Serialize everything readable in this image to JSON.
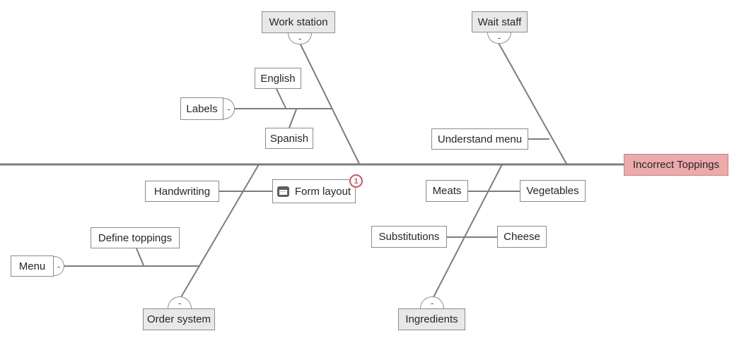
{
  "diagram": {
    "type": "fishbone-cause-effect",
    "effect": {
      "label": "Incorrect Toppings"
    },
    "branches": {
      "work_station": {
        "label": "Work station",
        "collapse": "-"
      },
      "wait_staff": {
        "label": "Wait staff",
        "collapse": "-"
      },
      "order_system": {
        "label": "Order system",
        "collapse": "-"
      },
      "ingredients": {
        "label": "Ingredients",
        "collapse": "-"
      }
    },
    "subcauses": {
      "labels": {
        "label": "Labels",
        "collapse": "-"
      },
      "english": {
        "label": "English"
      },
      "spanish": {
        "label": "Spanish"
      },
      "understand_menu": {
        "label": "Understand menu"
      },
      "handwriting": {
        "label": "Handwriting"
      },
      "form_layout": {
        "label": "Form layout",
        "note_count": "1",
        "icon": "note-icon"
      },
      "menu": {
        "label": "Menu",
        "collapse": "-"
      },
      "define_toppings": {
        "label": "Define toppings"
      },
      "meats": {
        "label": "Meats"
      },
      "vegetables": {
        "label": "Vegetables"
      },
      "substitutions": {
        "label": "Substitutions"
      },
      "cheese": {
        "label": "Cheese"
      }
    },
    "colors": {
      "effect_fill": "#ecaaaa",
      "effect_border": "#c9817e",
      "cause_fill": "#e8e8e8",
      "box_border": "#8c8c8c",
      "line": "#7d7d7d",
      "badge": "#cf5b5b",
      "text": "#262626"
    }
  }
}
